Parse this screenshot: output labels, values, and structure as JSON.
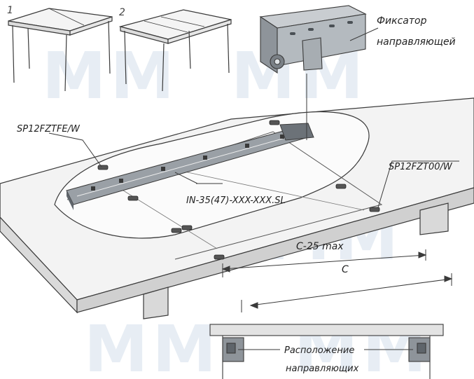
{
  "labels": {
    "fixator_line1": "Фиксатор",
    "fixator_line2": "направляющей",
    "sp_tfe": "SP12FZTFE/W",
    "sp_t00": "SP12FZT00/W",
    "guide": "IN-35(47)-XXX-XXX.SL",
    "dim_c25": "С-25 max",
    "dim_c": "С",
    "location_line1": "Расположение",
    "location_line2": "направляющих",
    "step1": "1",
    "step2": "2"
  },
  "watermark": "MM",
  "colors": {
    "line": "#3a3a3a",
    "table_top": "#f3f3f3",
    "table_side": "#d6d6d6",
    "metal": "#9aa0a6",
    "metal_dark": "#5f656b",
    "watermark": "#e7edf4"
  }
}
